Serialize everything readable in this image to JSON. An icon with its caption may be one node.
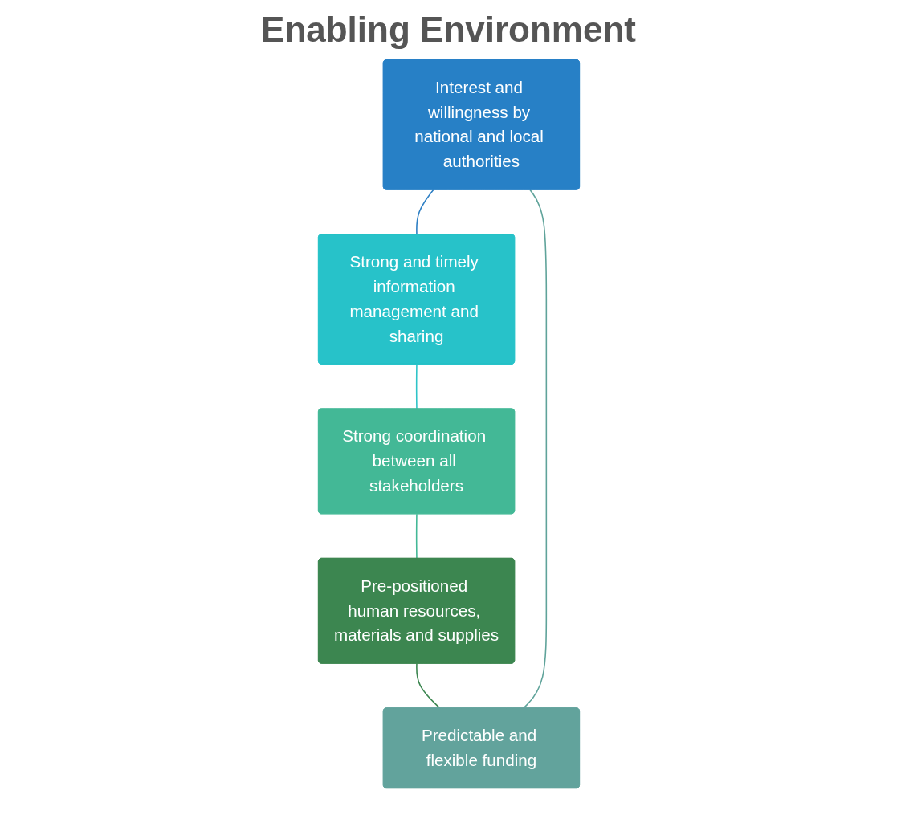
{
  "diagram": {
    "title": "Enabling Environment",
    "nodes": [
      {
        "text": [
          "Interest and willingness by national and local authorities"
        ]
      },
      {
        "text": [
          "Predictable and flexible funding"
        ]
      },
      {
        "text": [
          "Strong and timely information management and sharing"
        ]
      },
      {
        "text": [
          "Pre-positioned human resources, materials and supplies"
        ]
      },
      {
        "text": [
          "Strong coordination between all stakeholders"
        ]
      }
    ],
    "edges": [
      {
        "from": 0,
        "to": 2,
        "arrow": "none",
        "color": "#2e7fc4"
      },
      {
        "from": 2,
        "to": 4,
        "arrow": "none",
        "color": "#2ec4c8"
      },
      {
        "from": 4,
        "to": 3,
        "arrow": "none",
        "color": "#43b896"
      },
      {
        "from": 3,
        "to": 1,
        "arrow": "none",
        "color": "#3c8650"
      },
      {
        "from": 1,
        "to": 0,
        "arrow": "none",
        "color": "#5fa39a"
      }
    ]
  }
}
